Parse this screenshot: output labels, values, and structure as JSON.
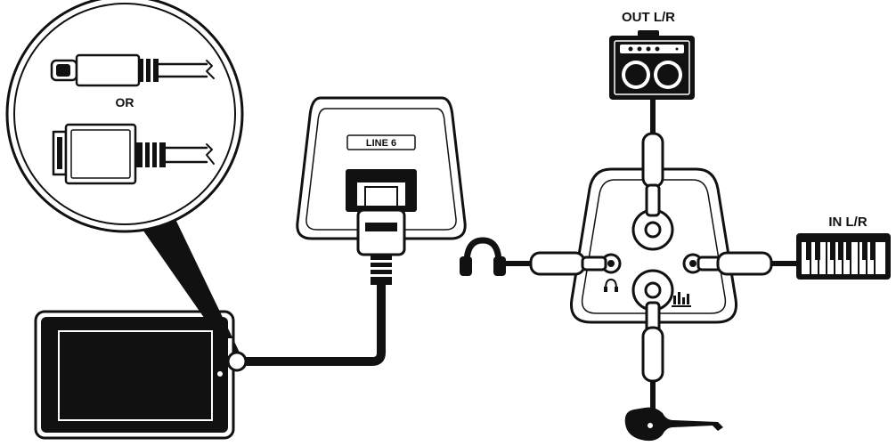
{
  "labels": {
    "or": "OR",
    "out": "OUT L/R",
    "in": "IN L/R",
    "brand": "LINE 6"
  },
  "colors": {
    "ink": "#111111",
    "paper": "#ffffff",
    "light_fill": "#f2f2f2"
  },
  "icons": [
    "lightning-connector-icon",
    "30-pin-connector-icon",
    "tablet-icon",
    "line6-interface-icon",
    "amplifier-icon",
    "keyboard-icon",
    "headphones-icon",
    "guitar-icon",
    "headphone-jack-symbol-icon",
    "instrument-jack-symbol-icon"
  ]
}
